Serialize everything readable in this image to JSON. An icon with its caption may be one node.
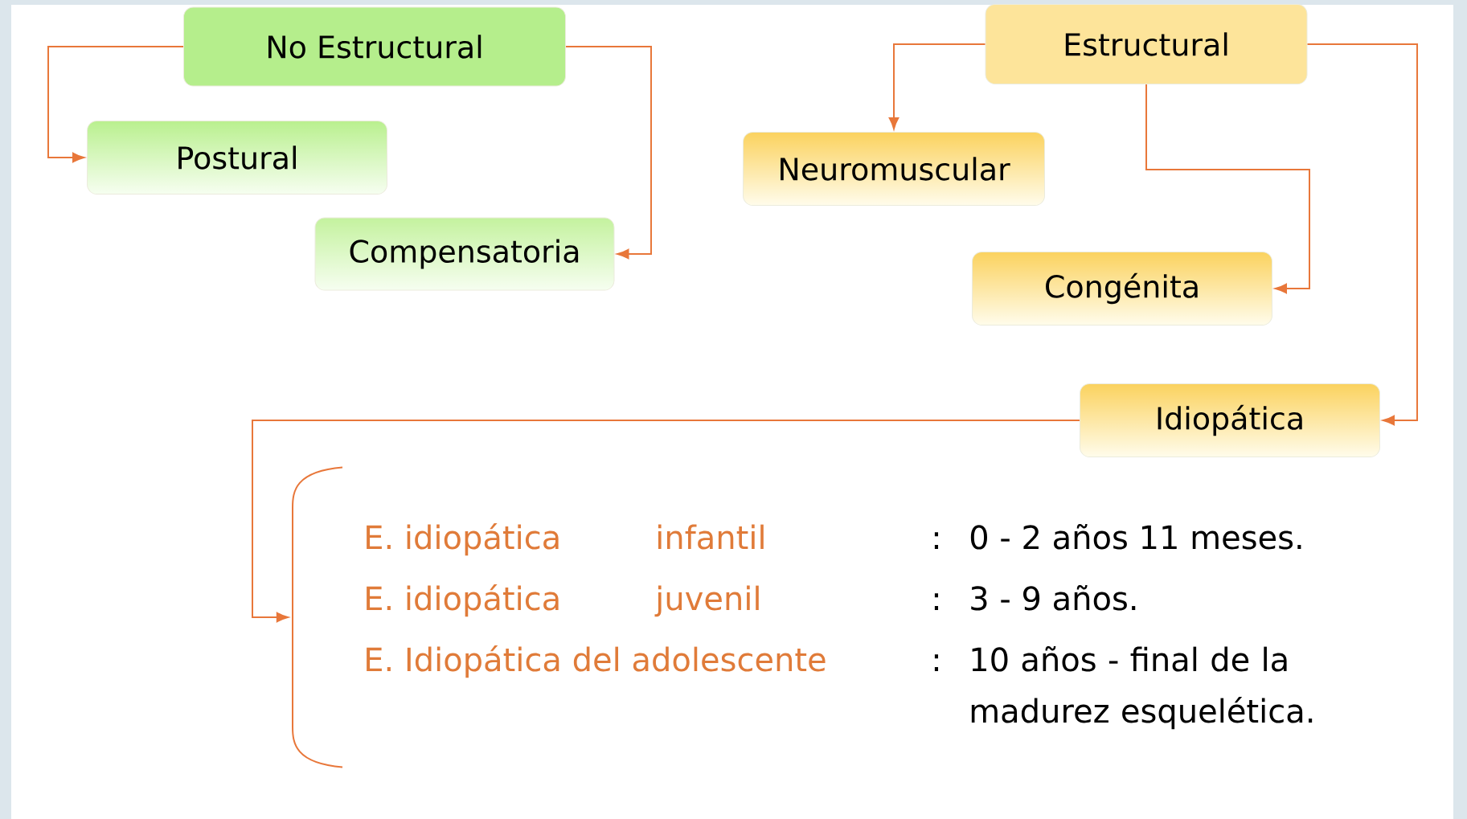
{
  "diagram": {
    "nodes": [
      {
        "text": [
          "No Estructural"
        ]
      },
      {
        "text": [
          "Postural"
        ]
      },
      {
        "text": [
          "Compensatoria"
        ]
      },
      {
        "text": [
          "Estructural"
        ]
      },
      {
        "text": [
          "Neuromuscular"
        ]
      },
      {
        "text": [
          "Congénita"
        ]
      },
      {
        "text": [
          "Idiopática"
        ]
      },
      {
        "text": [],
        "shape": "bracket"
      }
    ],
    "edges": [
      {
        "from": 0,
        "to": 1,
        "arrow": "to"
      },
      {
        "from": 0,
        "to": 2,
        "arrow": "to"
      },
      {
        "from": 3,
        "to": 4,
        "arrow": "to"
      },
      {
        "from": 3,
        "to": 5,
        "arrow": "to"
      },
      {
        "from": 3,
        "to": 6,
        "arrow": "to"
      },
      {
        "from": 6,
        "to": 7,
        "arrow": "to"
      }
    ],
    "labels": [
      "E. idiopática",
      "infantil",
      ":",
      "0 - 2 años 11 meses.",
      "E. idiopática",
      "juvenil",
      ":",
      "3 - 9 años.",
      "E. Idiopática del adolescente",
      ":",
      "10 años - final de la madurez esquelética."
    ]
  }
}
